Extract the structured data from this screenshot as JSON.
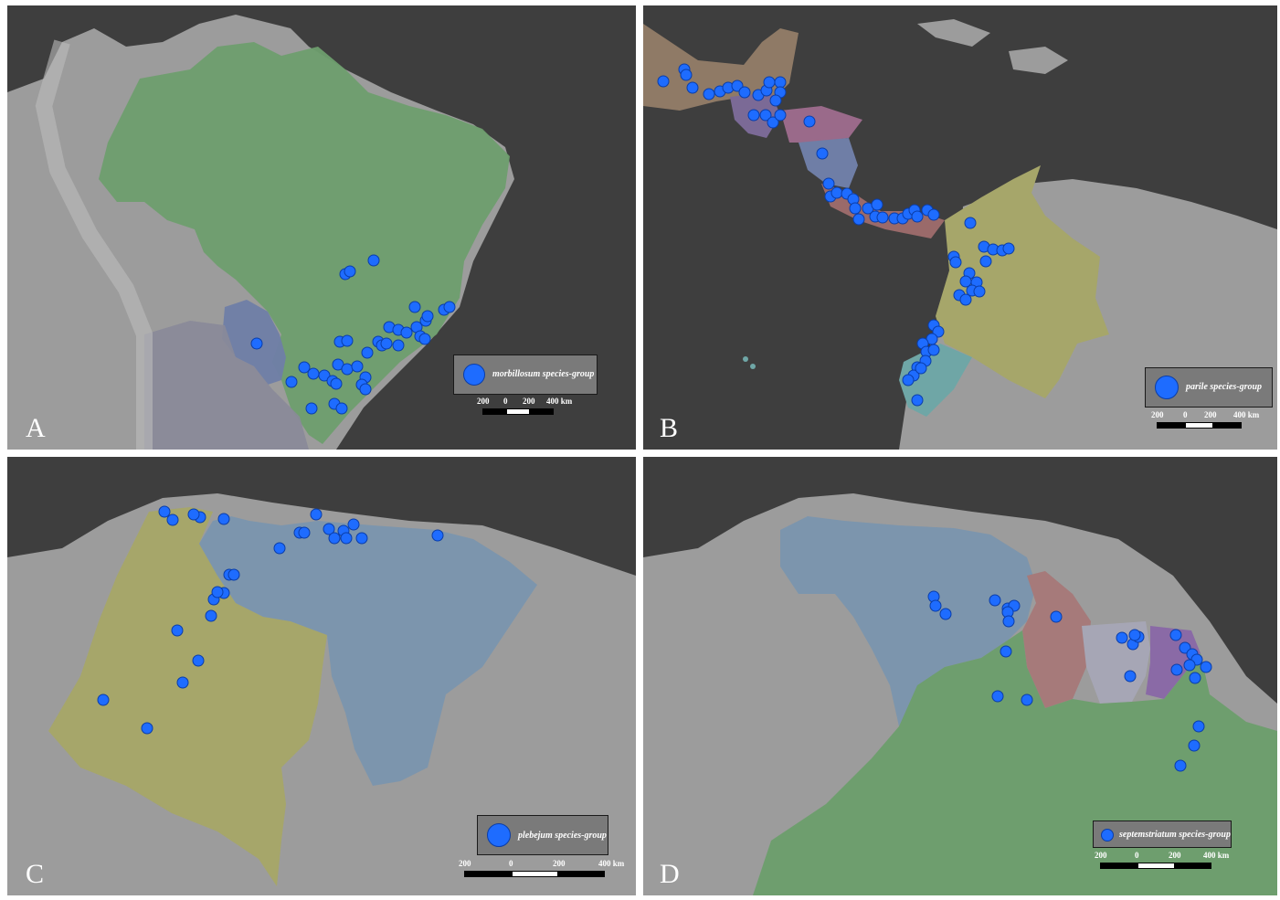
{
  "colors": {
    "ocean": "#3e3e3e",
    "land": "#9c9c9c",
    "point_fill": "#1e6cff",
    "point_stroke": "#0a3da8",
    "legend_bg": "#7a7a7a"
  },
  "panels": [
    {
      "letter": "A",
      "legend_label": "morbillosum species-group",
      "scale": {
        "left": "200",
        "zero": "0",
        "mid": "200",
        "right": "400 km"
      },
      "regions": [
        {
          "name": "Brazil",
          "color": "#6e9e6e"
        },
        {
          "name": "Paraguay",
          "color": "#6f7ea6"
        },
        {
          "name": "Argentina / Bolivia",
          "color": "#8a8a99"
        }
      ]
    },
    {
      "letter": "B",
      "legend_label": "parile species-group",
      "scale": {
        "left": "200",
        "zero": "0",
        "mid": "200",
        "right": "400 km"
      },
      "regions": [
        {
          "name": "Mexico",
          "color": "#8f7a66"
        },
        {
          "name": "Guatemala",
          "color": "#7b6a96"
        },
        {
          "name": "Honduras",
          "color": "#9a6a8a"
        },
        {
          "name": "Nicaragua",
          "color": "#6f7ea6"
        },
        {
          "name": "Costa Rica / Panama",
          "color": "#9a6a6a"
        },
        {
          "name": "Colombia",
          "color": "#a6a66a"
        },
        {
          "name": "Ecuador",
          "color": "#6fa6a6"
        }
      ]
    },
    {
      "letter": "C",
      "legend_label": "plebejum species-group",
      "scale": {
        "left": "200",
        "zero": "0",
        "mid": "200",
        "right": "400 km"
      },
      "regions": [
        {
          "name": "Colombia",
          "color": "#a6a66a"
        },
        {
          "name": "Venezuela",
          "color": "#7c95ad"
        }
      ]
    },
    {
      "letter": "D",
      "legend_label": "septemstriatum species-group",
      "scale": {
        "left": "200",
        "zero": "0",
        "mid": "200",
        "right": "400 km"
      },
      "regions": [
        {
          "name": "Venezuela",
          "color": "#7c95ad"
        },
        {
          "name": "Guyana",
          "color": "#a67a7a"
        },
        {
          "name": "Suriname",
          "color": "#a6a6b5"
        },
        {
          "name": "French Guiana",
          "color": "#8a6aa6"
        },
        {
          "name": "Brazil",
          "color": "#6e9e6e"
        }
      ]
    }
  ]
}
